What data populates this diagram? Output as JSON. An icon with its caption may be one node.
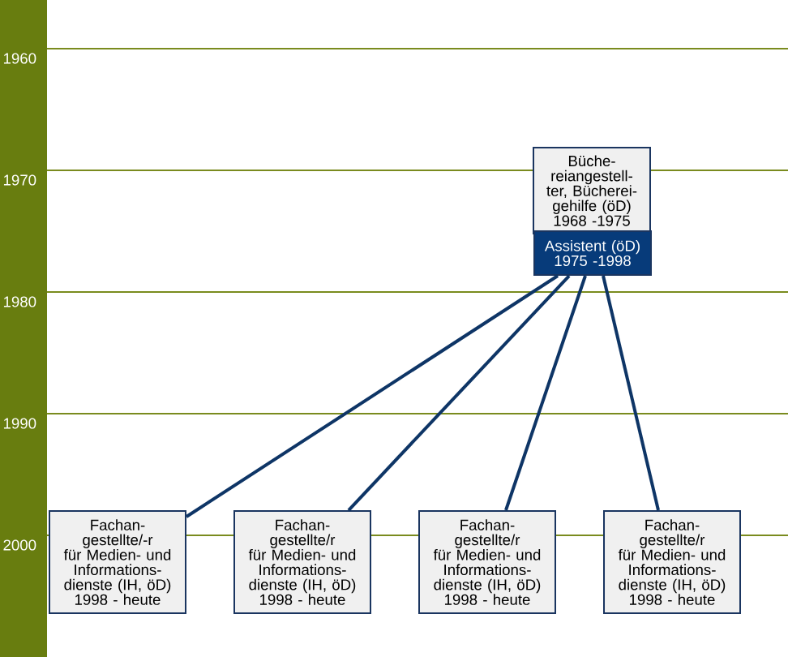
{
  "diagram": {
    "nodes": [
      {
        "text": [
          "Büche- reiangestell- ter, Bücherei- gehilfe (öD)",
          "1968 -1975"
        ]
      },
      {
        "text": [
          "Assistent (öD)",
          "1975 -1998"
        ]
      },
      {
        "text": [
          "Fachan- gestellte/-r für Medien- und Informations- dienste (IH, öD)",
          "1998 - heute"
        ]
      },
      {
        "text": [
          "Fachan- gestellte/r für Medien- und Informations- dienste (IH, öD)",
          "1998 - heute"
        ]
      },
      {
        "text": [
          "Fachan- gestellte/r für Medien- und Informations- dienste (IH, öD)",
          "1998 - heute"
        ]
      },
      {
        "text": [
          "Fachan- gestellte/r für Medien- und Informations- dienste (IH, öD)",
          "1998 - heute"
        ]
      }
    ],
    "edges": [
      {
        "from": 1,
        "to": 2,
        "arrow": "none"
      },
      {
        "from": 1,
        "to": 3,
        "arrow": "none"
      },
      {
        "from": 1,
        "to": 4,
        "arrow": "none"
      },
      {
        "from": 1,
        "to": 5,
        "arrow": "none"
      }
    ],
    "labels": [
      "1960",
      "1970",
      "1980",
      "1990",
      "2000"
    ]
  }
}
